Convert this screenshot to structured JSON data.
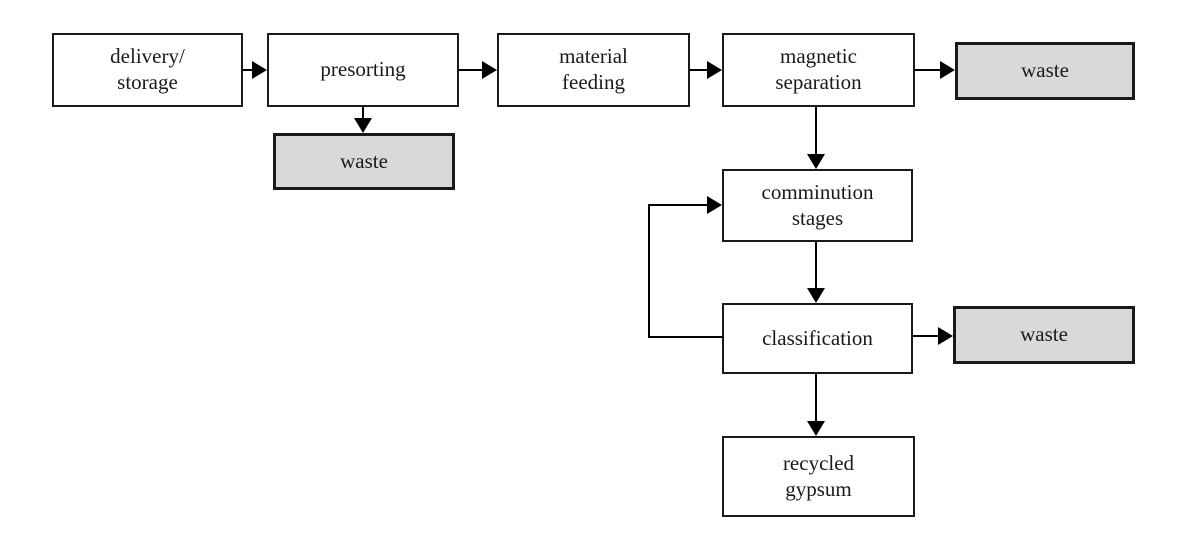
{
  "diagram": {
    "type": "flowchart",
    "subject": "gypsum recycling process",
    "colors": {
      "background": "#ffffff",
      "box_border": "#1a1a1a",
      "process_fill": "#ffffff",
      "waste_fill": "#d9d9d9",
      "arrow": "#000000",
      "text": "#1a1a1a"
    },
    "nodes": {
      "delivery_storage": {
        "label": "delivery/\nstorage",
        "kind": "process"
      },
      "presorting": {
        "label": "presorting",
        "kind": "process"
      },
      "material_feeding": {
        "label": "material\nfeeding",
        "kind": "process"
      },
      "magnetic_separation": {
        "label": "magnetic\nseparation",
        "kind": "process"
      },
      "comminution_stages": {
        "label": "comminution\nstages",
        "kind": "process"
      },
      "classification": {
        "label": "classification",
        "kind": "process"
      },
      "recycled_gypsum": {
        "label": "recycled\ngypsum",
        "kind": "process"
      },
      "waste_after_presorting": {
        "label": "waste",
        "kind": "waste"
      },
      "waste_after_magnetic_separation": {
        "label": "waste",
        "kind": "waste"
      },
      "waste_after_classification": {
        "label": "waste",
        "kind": "waste"
      }
    },
    "edges": [
      {
        "from": "delivery_storage",
        "to": "presorting"
      },
      {
        "from": "presorting",
        "to": "material_feeding"
      },
      {
        "from": "presorting",
        "to": "waste_after_presorting"
      },
      {
        "from": "material_feeding",
        "to": "magnetic_separation"
      },
      {
        "from": "magnetic_separation",
        "to": "waste_after_magnetic_separation"
      },
      {
        "from": "magnetic_separation",
        "to": "comminution_stages"
      },
      {
        "from": "comminution_stages",
        "to": "classification"
      },
      {
        "from": "classification",
        "to": "comminution_stages",
        "note": "recirculation loop"
      },
      {
        "from": "classification",
        "to": "waste_after_classification"
      },
      {
        "from": "classification",
        "to": "recycled_gypsum"
      }
    ]
  }
}
